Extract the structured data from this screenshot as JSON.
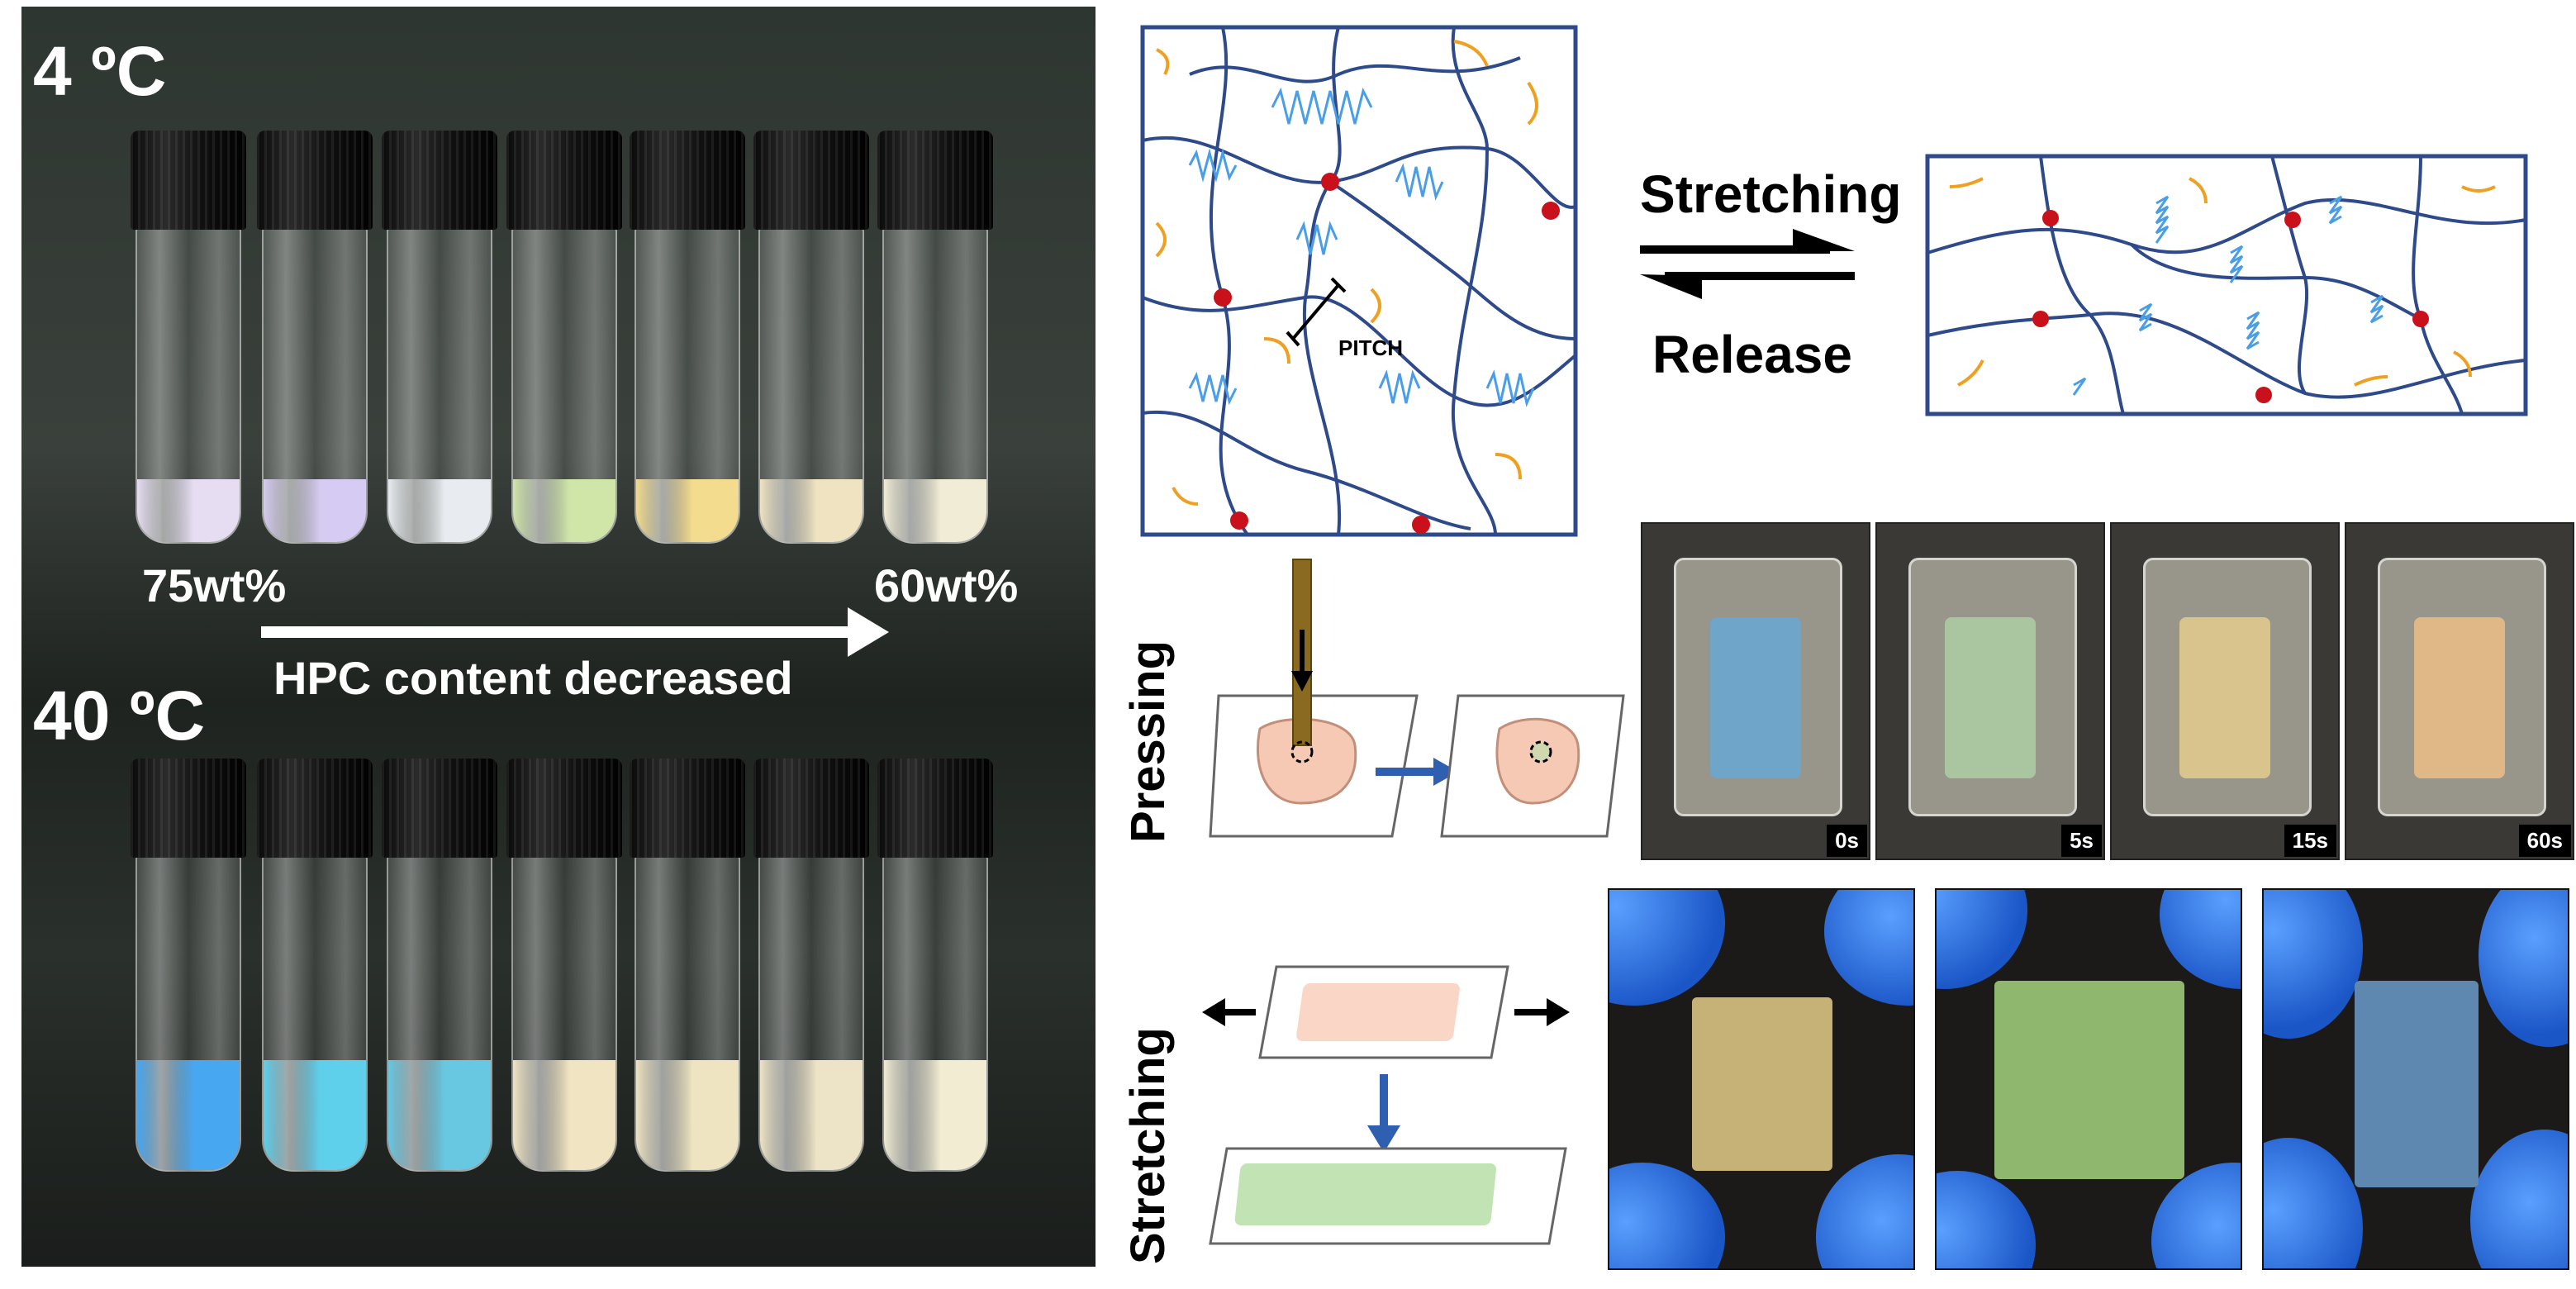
{
  "photo": {
    "temp_top": "4 ºC",
    "temp_bottom": "40 ºC",
    "wt_left": "75wt%",
    "wt_right": "60wt%",
    "arrow_caption": "HPC content decreased",
    "vial_fill_top": [
      "#e6ddf2",
      "#d6cbf2",
      "#e8ecf0",
      "#cfe6a8",
      "#f3dc8e",
      "#efe3c2",
      "#f1ecd6"
    ],
    "vial_fill_bottom": [
      "#47a7f0",
      "#5fd0ec",
      "#68c8e2",
      "#f1e4c2",
      "#eee4c2",
      "#ede3c6",
      "#f1ecd2"
    ]
  },
  "diagram": {
    "pitch_label": "PITCH",
    "stretching_label": "Stretching",
    "release_label": "Release",
    "pressing_side_label": "Pressing",
    "stretching_side_label": "Stretching",
    "network_color": "#2e4a8a",
    "crosslink_color": "#c8111a",
    "helix_color": "#4a9ee8",
    "chain_color": "#f0a020"
  },
  "pressing_photos": [
    {
      "time": "0s",
      "film_color": "#6fa5c9"
    },
    {
      "time": "5s",
      "film_color": "#a9c6a0"
    },
    {
      "time": "15s",
      "film_color": "#d8c48c"
    },
    {
      "time": "60s",
      "film_color": "#e0b888"
    }
  ],
  "stretching_photos": [
    {
      "film_color": "#c6b276"
    },
    {
      "film_color": "#8fb86e"
    },
    {
      "film_color": "#5e88b0"
    }
  ]
}
